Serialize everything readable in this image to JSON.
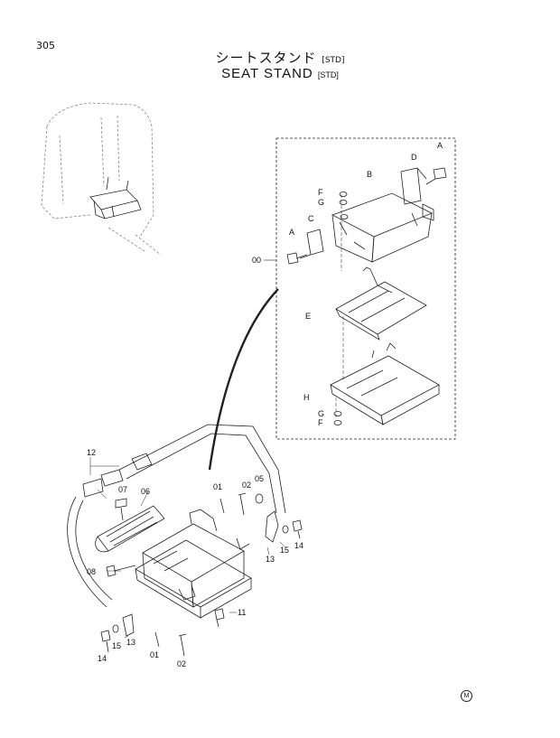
{
  "header": {
    "page_number": "305",
    "title_jp": "シートスタンド",
    "title_en": "SEAT  STAND",
    "std_tag": "[STD]"
  },
  "callouts": {
    "a1": "A",
    "a2": "A",
    "b": "B",
    "c": "C",
    "d": "D",
    "e": "E",
    "f1": "F",
    "f2": "F",
    "g1": "G",
    "g2": "G",
    "h": "H",
    "assembly": "00",
    "p01a": "01",
    "p01b": "01",
    "p02a": "02",
    "p02b": "02",
    "p05": "05",
    "p06": "06",
    "p07": "07",
    "p08": "08",
    "p11": "11",
    "p12": "12",
    "p13a": "13",
    "p13b": "13",
    "p14a": "14",
    "p14b": "14",
    "p15a": "15",
    "p15b": "15"
  },
  "footer": {
    "mark": "M"
  }
}
